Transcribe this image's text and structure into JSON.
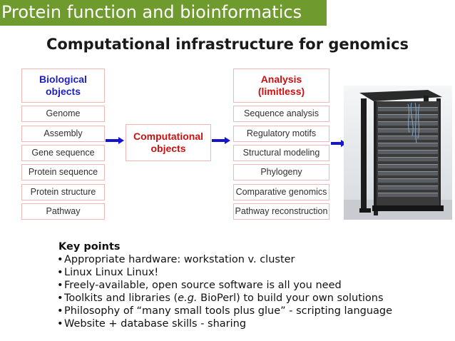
{
  "header": {
    "title": "Protein function and bioinformatics"
  },
  "slide": {
    "title": "Computational infrastructure for genomics"
  },
  "left_column": {
    "heading_lines": [
      "Biological",
      "objects"
    ],
    "items": [
      "Genome",
      "Assembly",
      "Gene sequence",
      "Protein sequence",
      "Protein structure",
      "Pathway"
    ]
  },
  "center": {
    "heading_lines": [
      "Computational",
      "objects"
    ]
  },
  "right_column": {
    "heading_lines": [
      "Analysis",
      "(limitless)"
    ],
    "items": [
      "Sequence analysis",
      "Regulatory motifs",
      "Structural modeling",
      "Phylogeny",
      "Comparative genomics",
      "Pathway reconstruction"
    ]
  },
  "key_points": {
    "heading": "Key points",
    "items": [
      {
        "parts": [
          {
            "text": "Appropriate hardware:  workstation v. cluster",
            "italic": false
          }
        ]
      },
      {
        "parts": [
          {
            "text": "Linux Linux Linux!",
            "italic": false
          }
        ]
      },
      {
        "parts": [
          {
            "text": "Freely-available, open source software is all you need",
            "italic": false
          }
        ]
      },
      {
        "parts": [
          {
            "text": "Toolkits and libraries (",
            "italic": false
          },
          {
            "text": "e.g.",
            "italic": true
          },
          {
            "text": " BioPerl) to build your own solutions",
            "italic": false
          }
        ]
      },
      {
        "parts": [
          {
            "text": "Philosophy of “many small tools plus glue” - scripting language",
            "italic": false
          }
        ]
      },
      {
        "parts": [
          {
            "text": "Website + database skills - sharing",
            "italic": false
          }
        ]
      }
    ]
  },
  "colors": {
    "header_bg": "#6f9a2e",
    "blue_text": "#1f1fc0",
    "red_text": "#cc1010",
    "arrow": "#1515d0",
    "box_border": "#f0b8b8"
  },
  "icons": {
    "arrows": "right-arrow-icon",
    "photo": "server-rack-cluster-photo"
  }
}
